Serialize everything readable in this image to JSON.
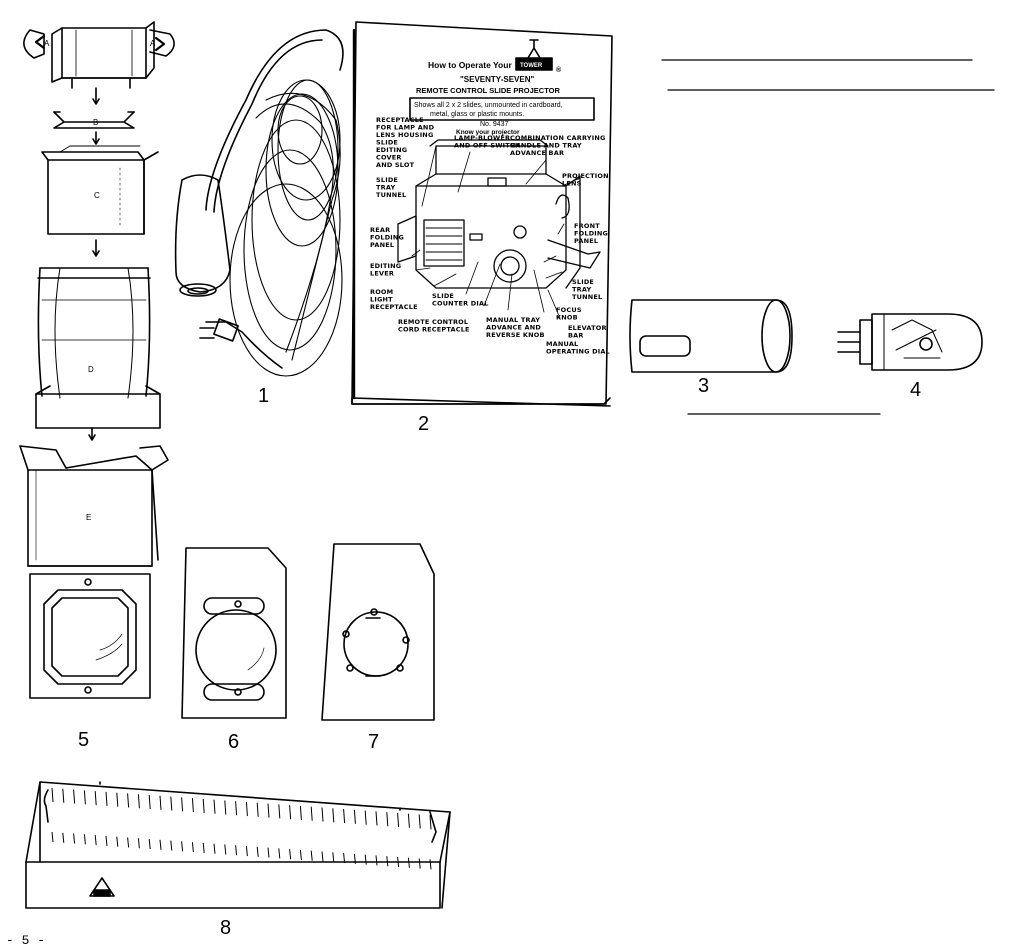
{
  "part_numbers": [
    "1",
    "2",
    "3",
    "4",
    "5",
    "6",
    "7",
    "8"
  ],
  "page_number": "- 5 -",
  "carton_letters": [
    "A",
    "B",
    "C",
    "D",
    "E"
  ],
  "brand": "TOWER",
  "manual": {
    "title_prefix": "How to Operate Your",
    "model": "\"SEVENTY-SEVEN\"",
    "subtitle": "REMOTE CONTROL SLIDE PROJECTOR",
    "box_line1": "Shows all 2 x 2 slides, unmounted in cardboard,",
    "box_line2": "metal, glass or plastic mounts.",
    "model_no": "No. 9437",
    "know_heading": "Know your projector",
    "labels": {
      "receptacle": [
        "RECEPTACLE",
        "FOR LAMP AND",
        "LENS HOUSING",
        "SLIDE",
        "EDITING",
        "COVER",
        "AND SLOT"
      ],
      "lamp_blower": [
        "LAMP-BLOWER",
        "AND OFF SWITCH"
      ],
      "carrying": [
        "COMBINATION CARRYING",
        "HANDLE AND TRAY",
        "ADVANCE BAR"
      ],
      "slide_tray_tunnel_left": [
        "SLIDE",
        "TRAY",
        "TUNNEL"
      ],
      "projection_lens": [
        "PROJECTION",
        "LENS"
      ],
      "front_panel": [
        "FRONT",
        "FOLDING",
        "PANEL"
      ],
      "rear_panel": [
        "REAR",
        "FOLDING",
        "PANEL"
      ],
      "editing_lever": [
        "EDITING",
        "LEVER"
      ],
      "room_light": [
        "ROOM",
        "LIGHT",
        "RECEPTACLE"
      ],
      "slide_counter": [
        "SLIDE",
        "COUNTER DIAL"
      ],
      "remote_control": [
        "REMOTE CONTROL",
        "CORD RECEPTACLE"
      ],
      "manual_tray": [
        "MANUAL TRAY",
        "ADVANCE AND",
        "REVERSE KNOB"
      ],
      "slide_tray_tunnel_right": [
        "SLIDE",
        "TRAY",
        "TUNNEL"
      ],
      "focus_knob": [
        "FOCUS",
        "KNOB"
      ],
      "elevator_bar": [
        "ELEVATOR",
        "BAR"
      ],
      "manual_dial": [
        "MANUAL",
        "OPERATING DIAL"
      ]
    }
  }
}
